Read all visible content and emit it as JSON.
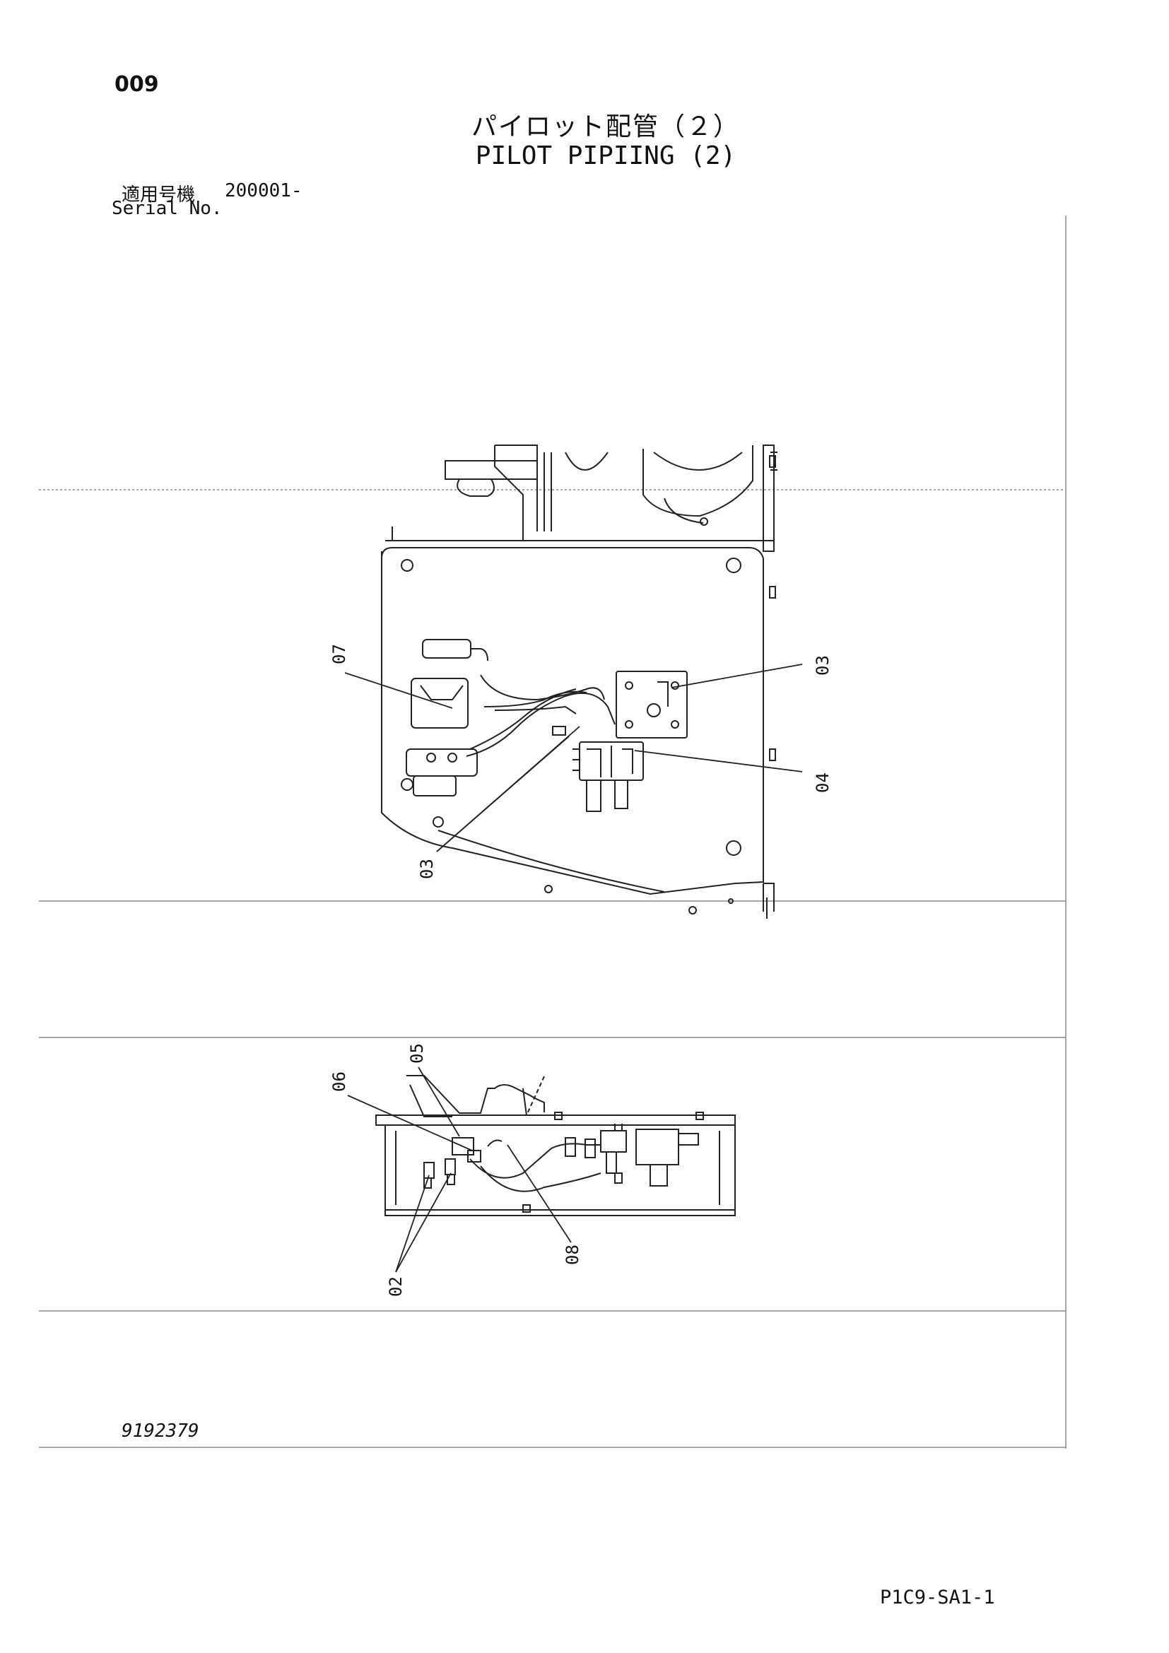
{
  "header": {
    "page_number": "009",
    "title_jp": "パイロット配管（２）",
    "title_en": "PILOT PIPIING (2)",
    "serial_label_jp": "適用号機",
    "serial_range": "200001-",
    "serial_label_en": "Serial No."
  },
  "figure_top": {
    "callouts": [
      "07",
      "03",
      "04",
      "03"
    ]
  },
  "figure_bottom": {
    "callouts": [
      "06",
      "05",
      "08",
      "02"
    ]
  },
  "footer": {
    "drawing_number": "9192379",
    "page_code": "P1C9-SA1-1"
  }
}
